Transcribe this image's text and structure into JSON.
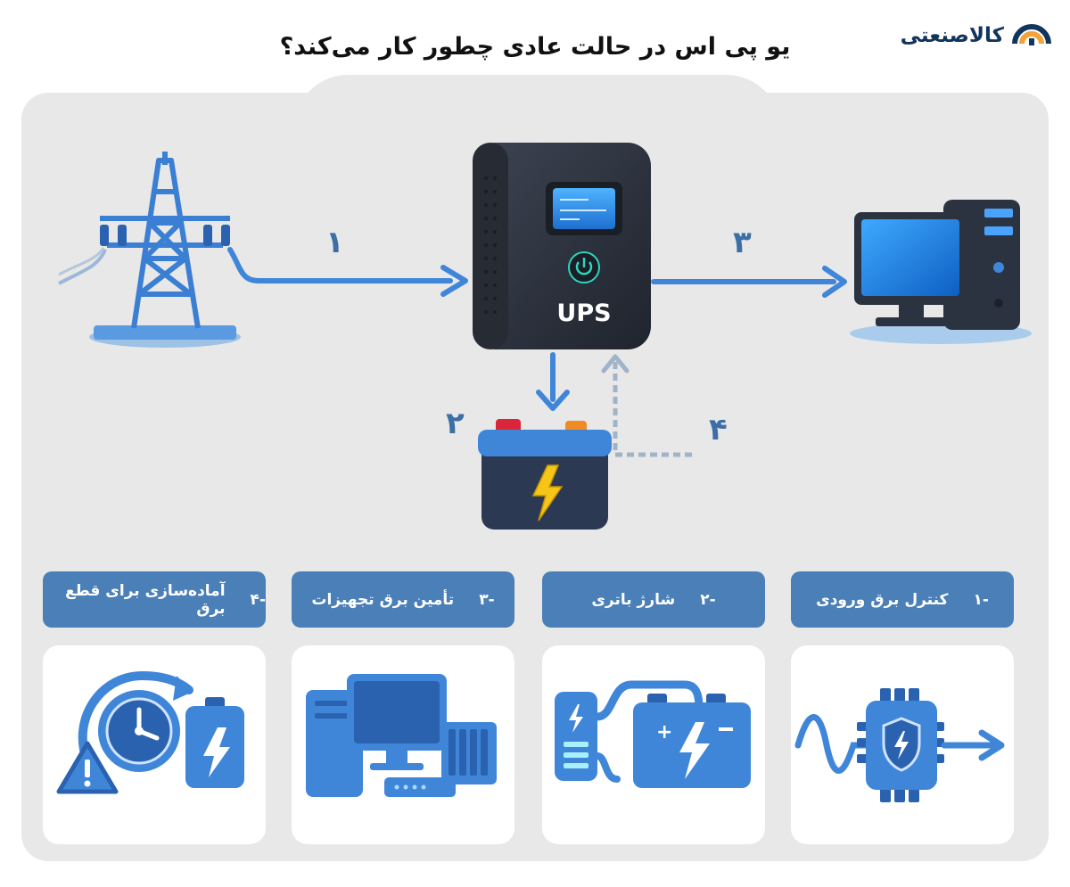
{
  "title": "یو پی اس در حالت عادی چطور کار می‌کند؟",
  "logo": {
    "text": "کالاصنعتی"
  },
  "diagram": {
    "ups_label": "UPS",
    "steps": {
      "s1": "۱",
      "s2": "۲",
      "s3": "۳",
      "s4": "۴"
    }
  },
  "cards": [
    {
      "number": "-۱",
      "label": "کنترل برق ورودی",
      "icon": "power-control-chip-icon"
    },
    {
      "number": "-۲",
      "label": "شارژ باتری",
      "icon": "battery-charging-icon"
    },
    {
      "number": "-۳",
      "label": "تأمین برق تجهیزات",
      "icon": "equipment-power-icon"
    },
    {
      "number": "-۴",
      "label": "آماده‌سازی برای قطع برق",
      "icon": "outage-readiness-icon"
    }
  ],
  "colors": {
    "accent": "#4a7fb8",
    "arrow": "#3f86d9",
    "panel": "#e8e8e8",
    "ups_body": "#2e3440",
    "battery_bolt": "#f5c518"
  }
}
